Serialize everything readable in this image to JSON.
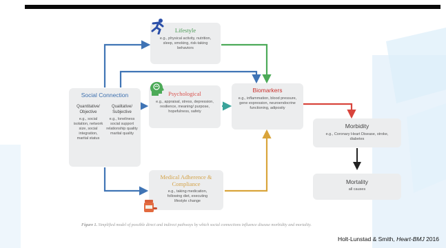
{
  "lifestyle": {
    "title": "Lifestyle",
    "desc": "e.g., physical activity, nutrition, sleep, smoking, risk-taking behaviors"
  },
  "social": {
    "title": "Social Connection",
    "quant_head": "Quantitative/ Objective",
    "quant_desc": "e.g., social isolation, network size, social integration, marital status",
    "qual_head": "Qualitative/ Subjective",
    "qual_desc": "e.g., loneliness social support relationship quality marital quality"
  },
  "psychological": {
    "title": "Psychological",
    "desc": "e.g., appraisal, stress, depression, resilience, meaning/ purpose, hopefulness, safety"
  },
  "biomarkers": {
    "title": "Biomarkers",
    "desc": "e.g., inflammation, blood pressure, gene expression, neuroendocrine functioning, adiposity"
  },
  "morbidity": {
    "title": "Morbidity",
    "desc": "e.g., Coronary Heart Disease, stroke, diabetes"
  },
  "mortality": {
    "title": "Mortality",
    "desc": "all causes"
  },
  "medical": {
    "title": "Medical Adherence & Compliance",
    "desc": "e.g., taking medication, following diet, executing lifestyle change"
  },
  "caption": {
    "label": "Figure 1.",
    "text": "Simplified model of possible direct and indirect pathways by which social connections influence disease morbidity and mortality."
  },
  "citation": {
    "authors": "Holt-Lunstad & Smith,",
    "journal": "Heart-BMJ",
    "year": "2016"
  },
  "colors": {
    "blue": "#3f74b5",
    "green": "#4caa58",
    "teal": "#3aa39a",
    "red": "#d8443c",
    "gold": "#d9a43a",
    "dark": "#222222",
    "lifestyle_text": "#4a9a55",
    "social_text": "#3c6fae",
    "psych_text": "#d9534f",
    "bio_text": "#c9302c",
    "medical_text": "#d4a34a"
  },
  "icons": [
    "running-person-icon",
    "head-brain-icon",
    "pill-bottle-icon"
  ]
}
